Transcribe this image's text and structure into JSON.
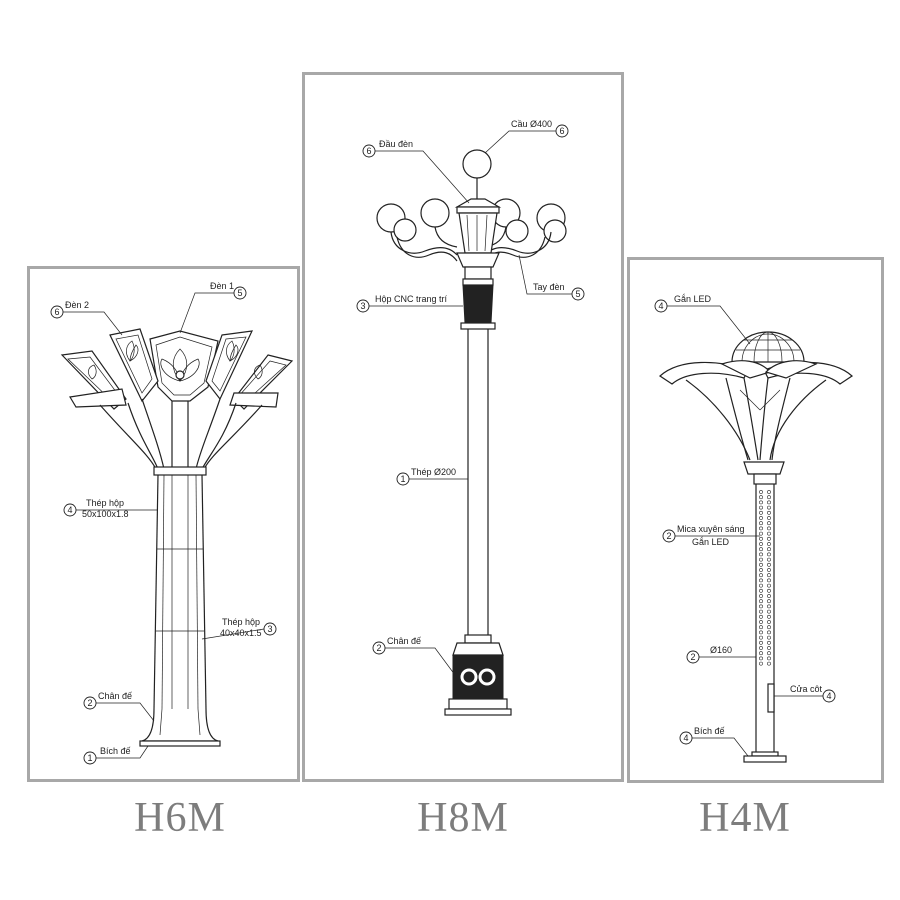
{
  "panels": {
    "h6m": {
      "caption": "H6M",
      "callouts": [
        {
          "num": "6",
          "text": "Đèn 2"
        },
        {
          "num": "5",
          "text": "Đèn 1"
        },
        {
          "num": "4",
          "text": "Thép hộp",
          "text2": "50x100x1.8"
        },
        {
          "num": "3",
          "text": "Thép hộp",
          "text2": "40x40x1.5"
        },
        {
          "num": "2",
          "text": "Chân đế"
        },
        {
          "num": "1",
          "text": "Bích đế"
        }
      ]
    },
    "h8m": {
      "caption": "H8M",
      "callouts": [
        {
          "num": "6",
          "text": "Cầu Ø400"
        },
        {
          "num": "6",
          "text": "Đầu đèn"
        },
        {
          "num": "3",
          "text": "Hộp CNC trang trí"
        },
        {
          "num": "5",
          "text": "Tay đèn"
        },
        {
          "num": "1",
          "text": "Thép Ø200"
        },
        {
          "num": "2",
          "text": "Chân đế"
        }
      ]
    },
    "h4m": {
      "caption": "H4M",
      "callouts": [
        {
          "num": "4",
          "text": "Gắn LED"
        },
        {
          "num": "2",
          "text": "Mica xuyên sáng",
          "text2": "Gắn LED"
        },
        {
          "num": "2",
          "text": "Ø160"
        },
        {
          "num": "4",
          "text": "Cửa côt"
        },
        {
          "num": "4",
          "text": "Bích đế"
        }
      ]
    }
  }
}
